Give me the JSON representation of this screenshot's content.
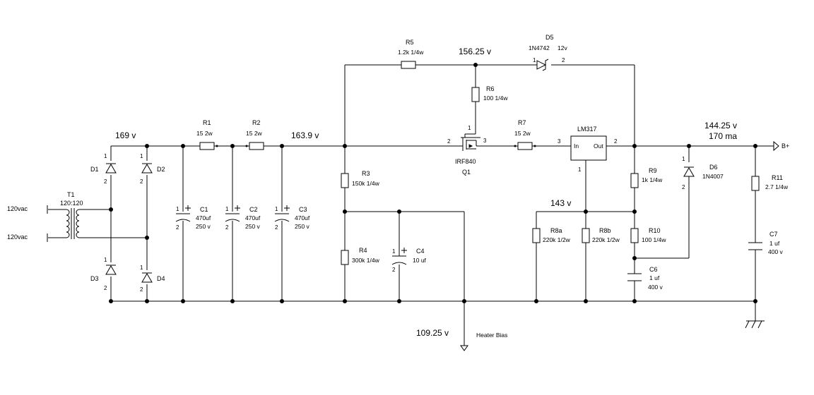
{
  "nodes": {
    "v_rect": "169 v",
    "v_filter": "163.9 v",
    "v_gate": "156.25 v",
    "v_out": "144.25 v",
    "i_out": "170 ma",
    "v_adj": "143 v",
    "v_bias": "109.25 v",
    "heater_bias": "Heater Bias",
    "b_plus": "B+"
  },
  "inputs": [
    "120vac",
    "120vac"
  ],
  "components": {
    "T1": {
      "ref": "T1",
      "value": "120:120"
    },
    "D1": {
      "ref": "D1"
    },
    "D2": {
      "ref": "D2"
    },
    "D3": {
      "ref": "D3"
    },
    "D4": {
      "ref": "D4"
    },
    "C1": {
      "ref": "C1",
      "v1": "470uf",
      "v2": "250 v"
    },
    "C2": {
      "ref": "C2",
      "v1": "470uf",
      "v2": "250 v"
    },
    "C3": {
      "ref": "C3",
      "v1": "470uf",
      "v2": "250 v"
    },
    "C4": {
      "ref": "C4",
      "v1": "10 uf"
    },
    "C6": {
      "ref": "C6",
      "v1": "1 uf",
      "v2": "400 v"
    },
    "C7": {
      "ref": "C7",
      "v1": "1 uf",
      "v2": "400 v"
    },
    "R1": {
      "ref": "R1",
      "value": "15 2w"
    },
    "R2": {
      "ref": "R2",
      "value": "15 2w"
    },
    "R3": {
      "ref": "R3",
      "value": "150k 1/4w"
    },
    "R4": {
      "ref": "R4",
      "value": "300k 1/4w"
    },
    "R5": {
      "ref": "R5",
      "value": "1.2k 1/4w"
    },
    "R6": {
      "ref": "R6",
      "value": "100 1/4w"
    },
    "R7": {
      "ref": "R7",
      "value": "15 2w"
    },
    "R8a": {
      "ref": "R8a",
      "value": "220k 1/2w"
    },
    "R8b": {
      "ref": "R8b",
      "value": "220k 1/2w"
    },
    "R9": {
      "ref": "R9",
      "value": "1k 1/4w"
    },
    "R10": {
      "ref": "R10",
      "value": "100 1/4w"
    },
    "R11": {
      "ref": "R11",
      "value": "2.7 1/4w"
    },
    "D5": {
      "ref": "D5",
      "value": "1N4742",
      "rating": "12v"
    },
    "D6": {
      "ref": "D6",
      "value": "1N4007"
    },
    "Q1": {
      "ref": "Q1",
      "value": "IRF840"
    },
    "U1": {
      "value": "LM317",
      "pin_in": "In",
      "pin_out": "Out"
    }
  },
  "pins": {
    "one": "1",
    "two": "2",
    "three": "3"
  }
}
